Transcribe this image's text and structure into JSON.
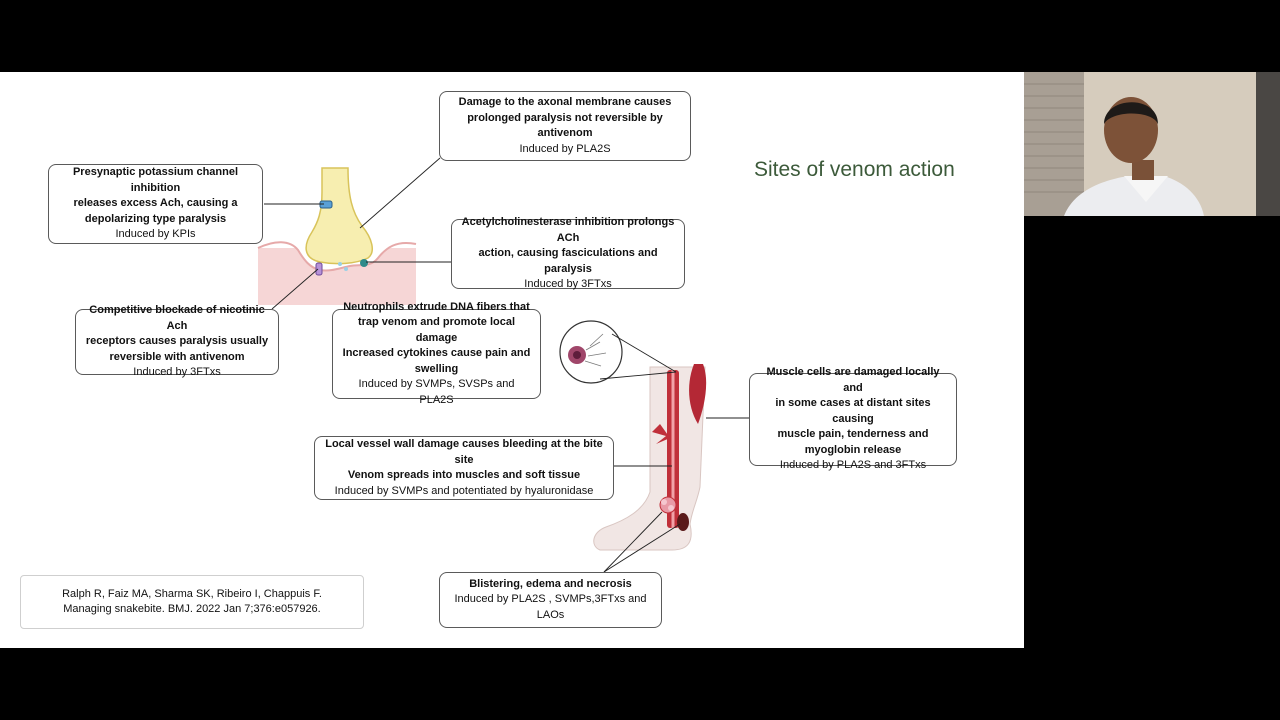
{
  "slide": {
    "title": "Sites of venom action",
    "boxes": {
      "axonal": {
        "line1": "Damage to the axonal membrane causes",
        "line2": "prolonged paralysis not reversible by antivenom",
        "induced": "Induced by PLA2S"
      },
      "presynaptic": {
        "line1": "Presynaptic potassium channel inhibition",
        "line2": "releases excess Ach, causing a",
        "line3": "depolarizing type paralysis",
        "induced": "Induced by KPIs"
      },
      "acetylcholinesterase": {
        "line1": "Acetylcholinesterase inhibition prolongs ACh",
        "line2": "action, causing  fasciculations and paralysis",
        "induced": "Induced by 3FTxs"
      },
      "competitive": {
        "line1": "Competitive blockade of nicotinic Ach",
        "line2": "receptors causes paralysis usually",
        "line3": "reversible with antivenom",
        "induced": "Induced by 3FTxs"
      },
      "neutrophils": {
        "line1": "Neutrophils extrude DNA fibers that",
        "line2": "trap venom and promote local damage",
        "line3": "Increased cytokines cause pain and",
        "line4": "swelling",
        "induced": "Induced by SVMPs, SVSPs and PLA2S"
      },
      "muscle": {
        "line1": "Muscle cells are damaged locally and",
        "line2": "in some cases at distant sites causing",
        "line3": "muscle pain, tenderness and",
        "line4": "myoglobin release",
        "induced": "Induced by PLA2S  and 3FTxs"
      },
      "vessel": {
        "line1": "Local  vessel wall damage causes bleeding at the bite site",
        "line2": "Venom spreads into muscles and soft tissue",
        "induced": "Induced by SVMPs and potentiated by hyaluronidase"
      },
      "blistering": {
        "line1": "Blistering, edema and necrosis",
        "induced": "Induced by PLA2S , SVMPs,3FTxs and LAOs"
      }
    },
    "reference": {
      "line1": "Ralph R, Faiz MA, Sharma SK, Ribeiro I, Chappuis F.",
      "line2": "Managing snakebite. BMJ. 2022 Jan 7;376:e057926."
    }
  },
  "colors": {
    "title": "#3c5a3a",
    "tissue": "#f6d6d6",
    "axon": "#f7eeb0",
    "muscle_red": "#c0303a",
    "bone": "#f1e6e4"
  }
}
